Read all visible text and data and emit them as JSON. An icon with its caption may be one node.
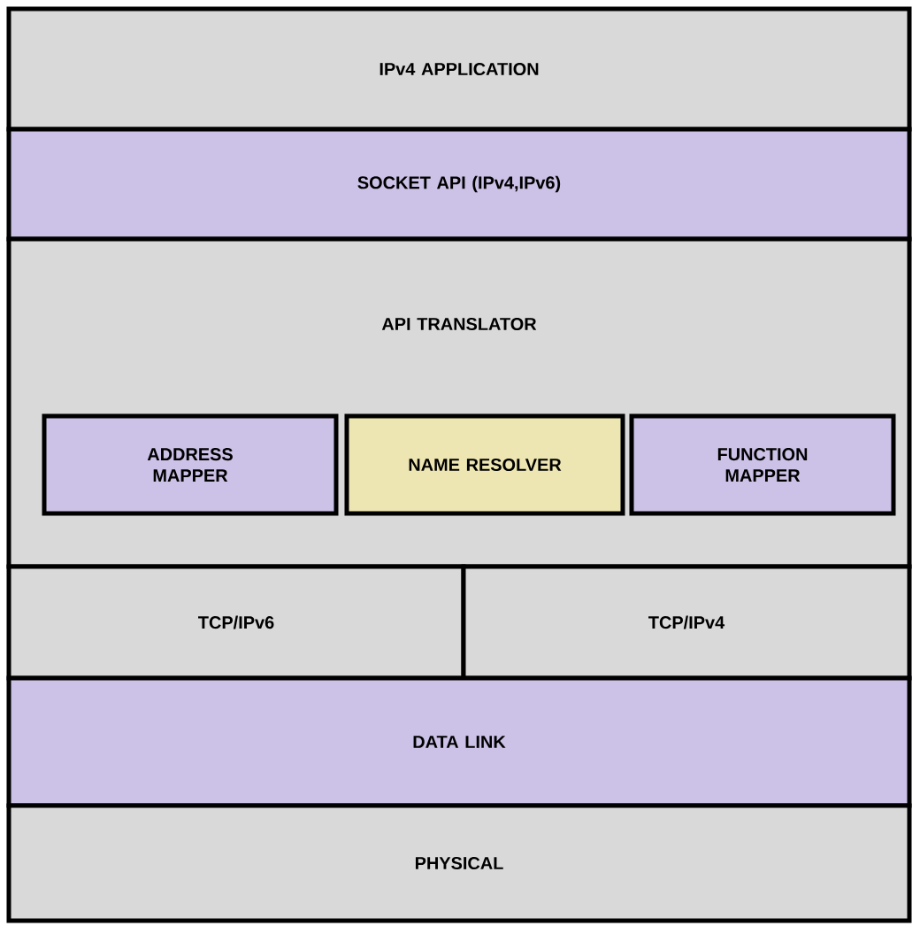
{
  "diagram": {
    "nodes": [
      {
        "text": [
          "IPv4 APPLICATION"
        ]
      },
      {
        "text": [
          "SOCKET API (IPv4,IPv6)"
        ]
      },
      {
        "text": [
          "API TRANSLATOR"
        ]
      },
      {
        "text": [
          "ADDRESS MAPPER"
        ],
        "in": 2
      },
      {
        "text": [
          "NAME RESOLVER"
        ],
        "in": 2
      },
      {
        "text": [
          "FUNCTION MAPPER"
        ],
        "in": 2
      },
      {
        "text": [
          "TCP/IPv6"
        ]
      },
      {
        "text": [
          "TCP/IPv4"
        ]
      },
      {
        "text": [
          "DATA LINK"
        ]
      },
      {
        "text": [
          "PHYSICAL"
        ]
      }
    ]
  }
}
